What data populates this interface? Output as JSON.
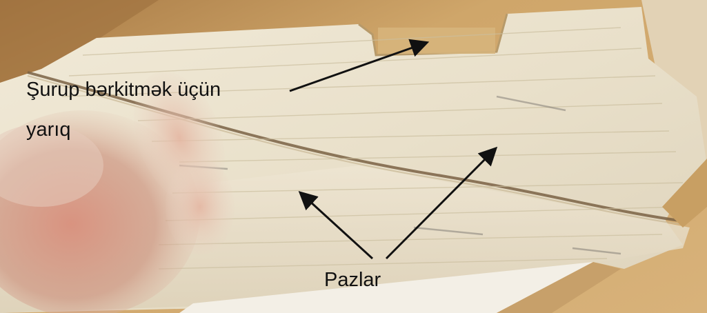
{
  "annotations": {
    "slot_label_line1": "Şurup bərkitmək üçün",
    "slot_label_line2": "yarıq",
    "pazlar_label": "Pazlar"
  },
  "colors": {
    "wood_light": "#ebe2cc",
    "wood_dark": "#cfa66a",
    "arrow": "#111111",
    "text": "#111111"
  }
}
